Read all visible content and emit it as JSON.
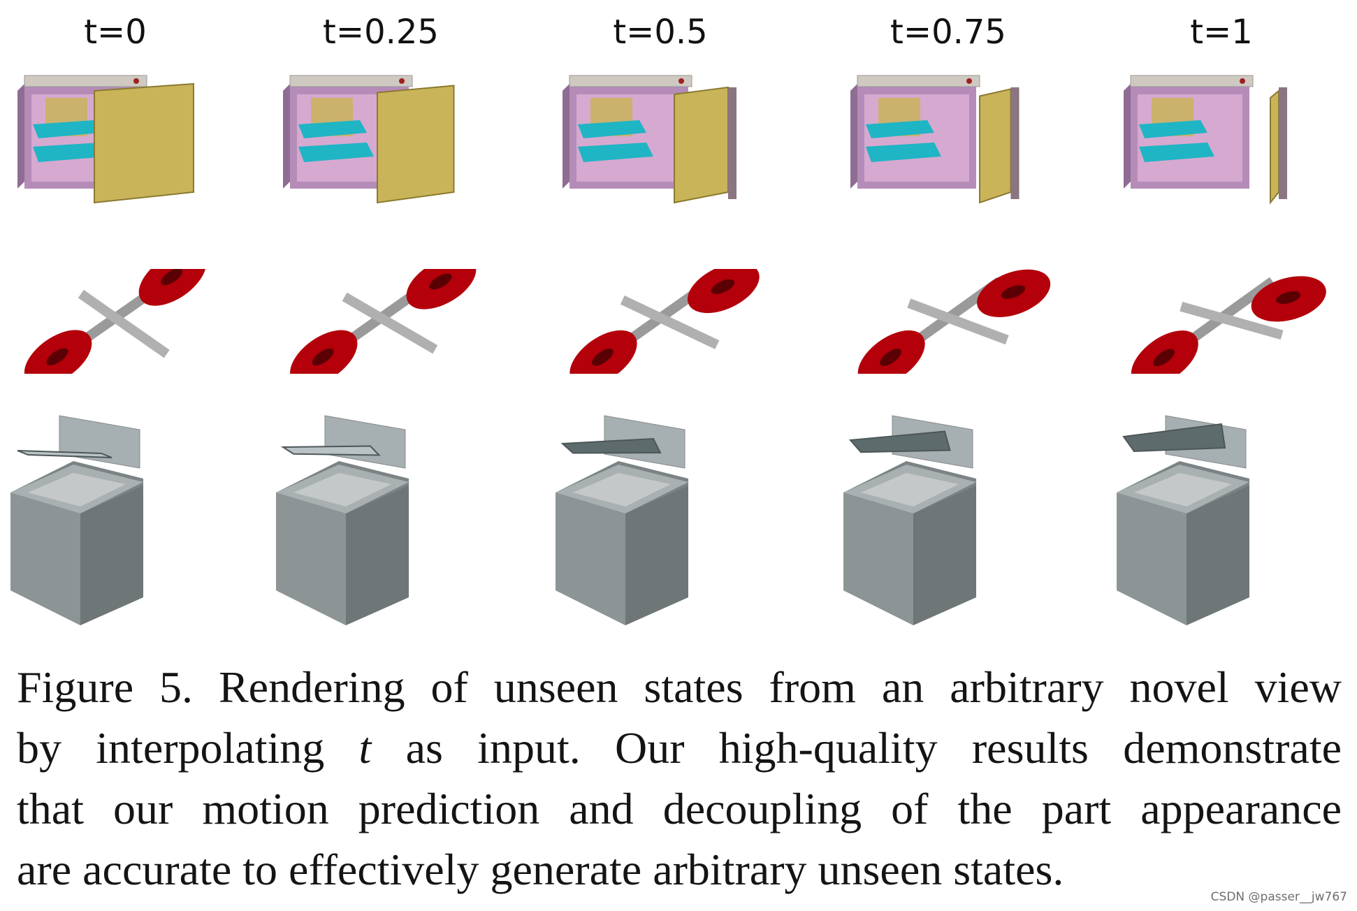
{
  "columns": [
    {
      "label": "t=0",
      "t": 0
    },
    {
      "label": "t=0.25",
      "t": 0.25
    },
    {
      "label": "t=0.5",
      "t": 0.5
    },
    {
      "label": "t=0.75",
      "t": 0.75
    },
    {
      "label": "t=1",
      "t": 1
    }
  ],
  "rows": [
    "refrigerator",
    "scissors",
    "washing-machine"
  ],
  "colors": {
    "fridge_body": "#b58cb7",
    "fridge_inner": "#d6a9d0",
    "fridge_door": "#c9b45a",
    "fridge_shelf": "#1fb5c4",
    "scissor_handle": "#b3000a",
    "scissor_blade": "#9a9a9a",
    "washer_body": "#8d9496",
    "washer_lid": "#5e6b6c"
  },
  "caption": {
    "lines": [
      "Figure 5. Rendering of unseen states from an arbitrary novel view",
      "by interpolating ",
      " as input.  Our high-quality results demonstrate",
      "that our motion prediction and decoupling of the part appearance",
      "are accurate to effectively generate arbitrary unseen states."
    ],
    "variable": "t"
  },
  "watermark": "CSDN @passer__jw767"
}
